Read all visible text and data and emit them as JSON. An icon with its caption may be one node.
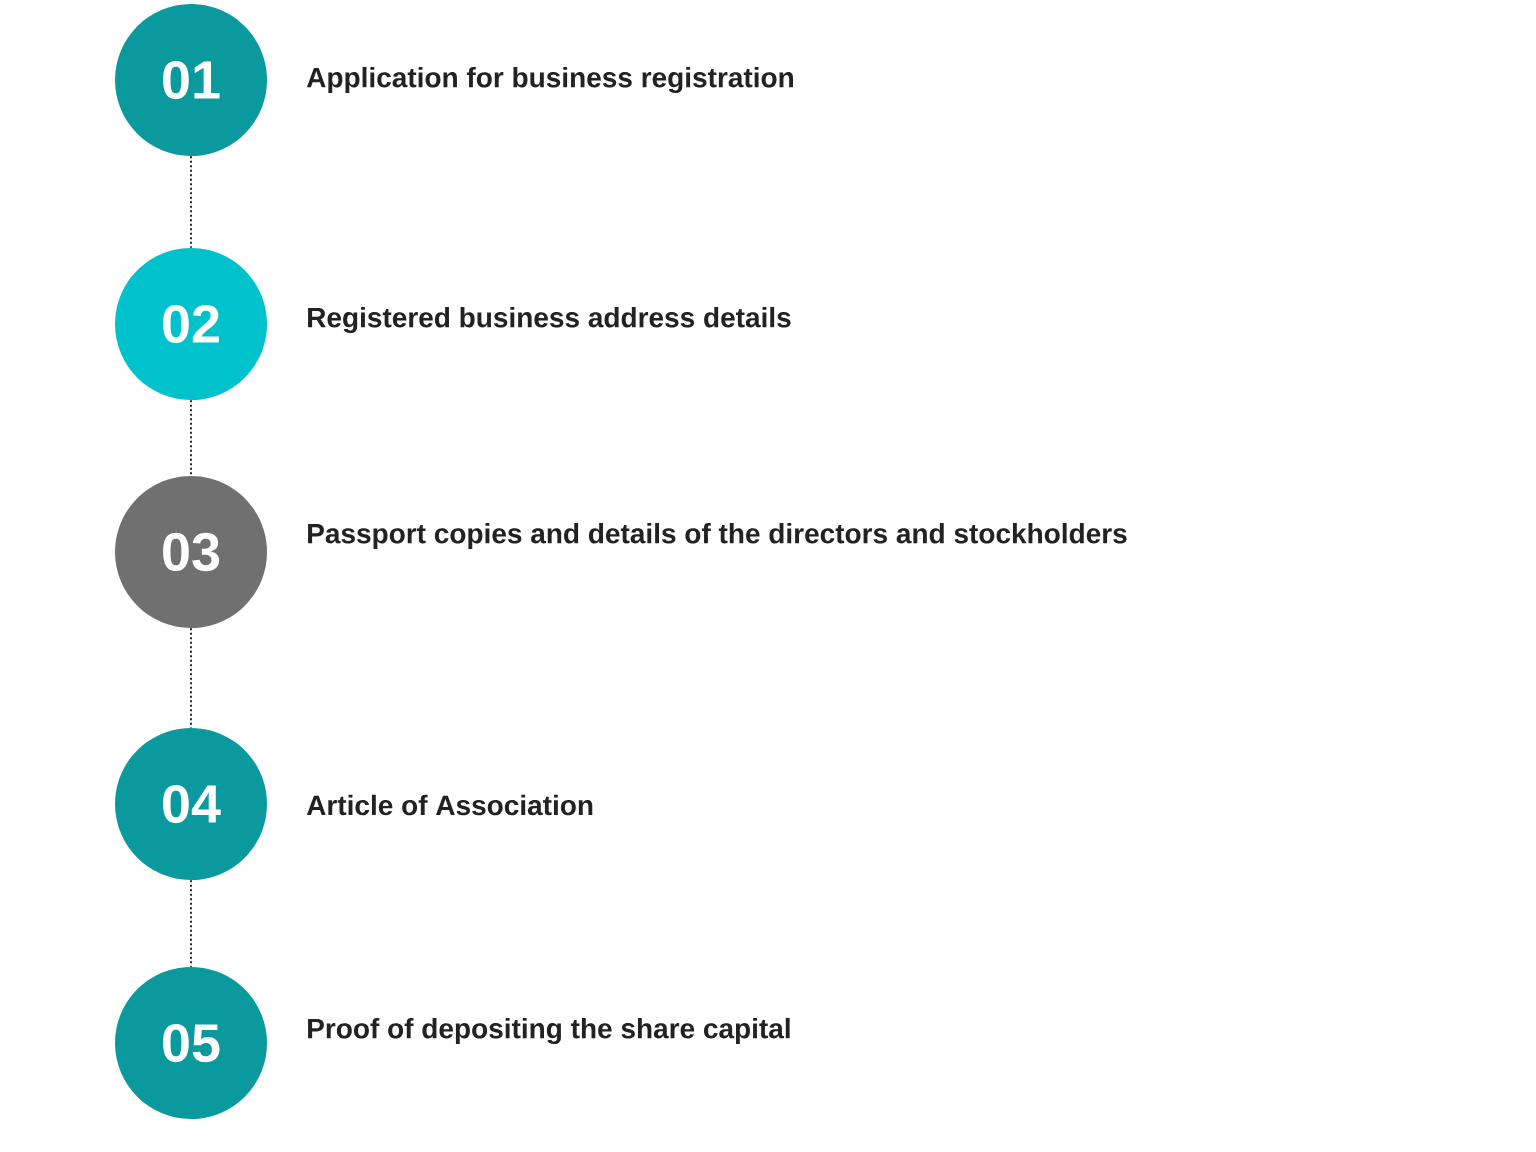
{
  "diagram": {
    "nodes": [
      {
        "text": [
          "01"
        ],
        "beside": [
          "Application for business registration"
        ]
      },
      {
        "text": [
          "02"
        ],
        "beside": [
          "Registered business address details"
        ]
      },
      {
        "text": [
          "03"
        ],
        "beside": [
          "Passport copies and details of the directors and stockholders"
        ]
      },
      {
        "text": [
          "04"
        ],
        "beside": [
          "Article of Association"
        ]
      },
      {
        "text": [
          "05"
        ],
        "beside": [
          "Proof of depositing the share capital"
        ]
      }
    ],
    "edges": [
      {
        "from": 0,
        "to": 1,
        "arrow": "none",
        "style": "dashed"
      },
      {
        "from": 1,
        "to": 2,
        "arrow": "none",
        "style": "dashed"
      },
      {
        "from": 2,
        "to": 3,
        "arrow": "none",
        "style": "dashed"
      },
      {
        "from": 3,
        "to": 4,
        "arrow": "none",
        "style": "dashed"
      }
    ]
  }
}
